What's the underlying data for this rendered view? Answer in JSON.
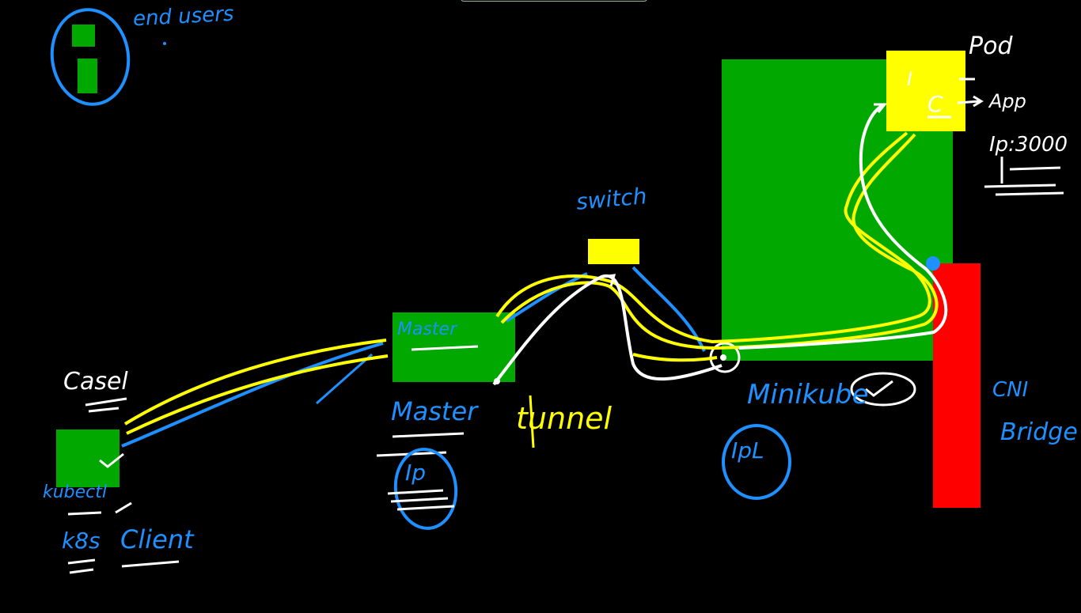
{
  "diagram": {
    "labels": {
      "end_users": "end users",
      "pod": "Pod",
      "app": "App",
      "ip_3000": "Ip:3000",
      "switch": "switch",
      "master_box": "Master",
      "master": "Master",
      "ip_master": "Ip",
      "tunnel": "tunnel",
      "casel": "Casel",
      "kubectl": "kubectl",
      "k8s": "k8s",
      "client": "Client",
      "minikube": "Minikube",
      "ip_minikube": "IpL",
      "cni": "CNI",
      "bridge": "Bridge",
      "pod_i": "I",
      "pod_c": "C"
    },
    "colors": {
      "background": "#000000",
      "node_green": "#00a800",
      "pod_yellow": "#ffff00",
      "bridge_red": "#ff0000",
      "ink_blue": "#1e90ff",
      "ink_yellow": "#ffff00",
      "ink_white": "#ffffff"
    }
  }
}
